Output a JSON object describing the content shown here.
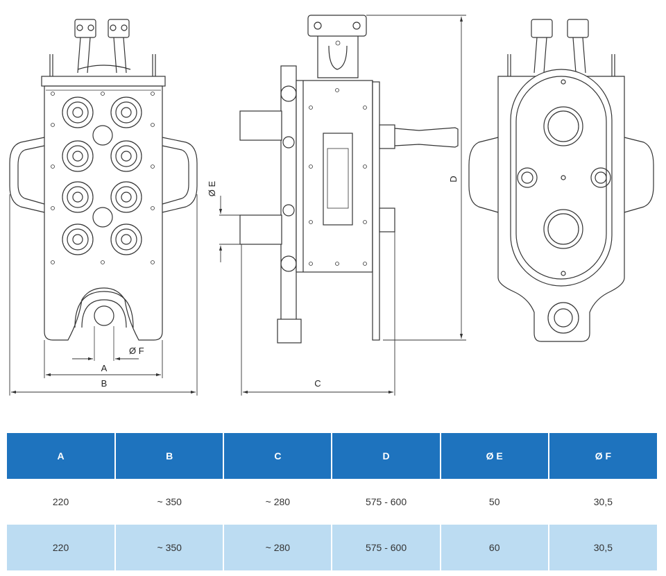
{
  "labels": {
    "dim_a": "A",
    "dim_b": "B",
    "dim_c": "C",
    "dim_d": "D",
    "dim_e": "Ø E",
    "dim_f": "Ø F"
  },
  "table": {
    "headers": [
      "A",
      "B",
      "C",
      "D",
      "Ø E",
      "Ø F"
    ],
    "rows": [
      [
        "220",
        "~ 350",
        "~ 280",
        "575 - 600",
        "50",
        "30,5"
      ],
      [
        "220",
        "~ 350",
        "~ 280",
        "575 - 600",
        "60",
        "30,5"
      ]
    ]
  },
  "colors": {
    "header_bg": "#1e73be",
    "row_alt_bg": "#bcdcf2"
  }
}
